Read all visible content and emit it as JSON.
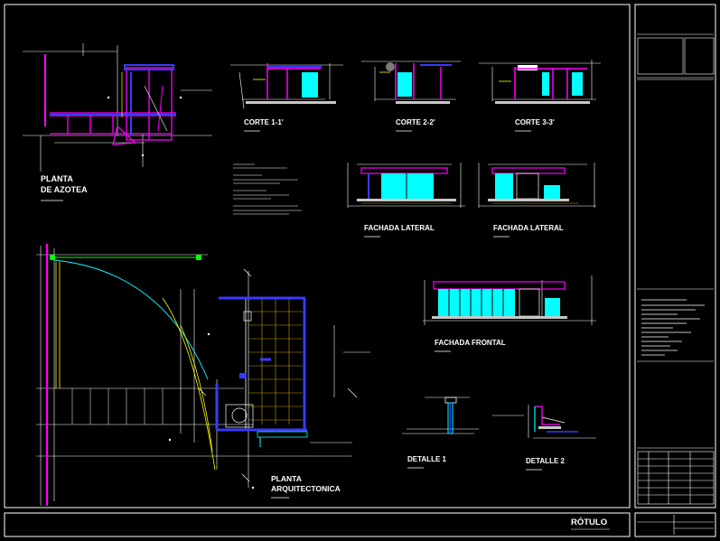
{
  "drawing": {
    "labels": {
      "planta_azotea_1": "PLANTA",
      "planta_azotea_2": "DE AZOTEA",
      "corte_1": "CORTE 1-1'",
      "corte_2": "CORTE 2-2'",
      "corte_3": "CORTE 3-3'",
      "fachada_lateral_1": "FACHADA LATERAL",
      "fachada_lateral_2": "FACHADA LATERAL",
      "fachada_frontal": "FACHADA FRONTAL",
      "planta_arq_1": "PLANTA",
      "planta_arq_2": "ARQUITECTONICA",
      "detalle_1": "DETALLE 1",
      "detalle_2": "DETALLE 2",
      "rotulo": "RÓTULO"
    },
    "colors": {
      "background": "#000000",
      "frame": "#ffffff",
      "wall": "#ff00ff",
      "glass": "#00ffff",
      "structure": "#3a3aff",
      "annotation": "#ffff00",
      "grid": "#c8a000"
    }
  }
}
